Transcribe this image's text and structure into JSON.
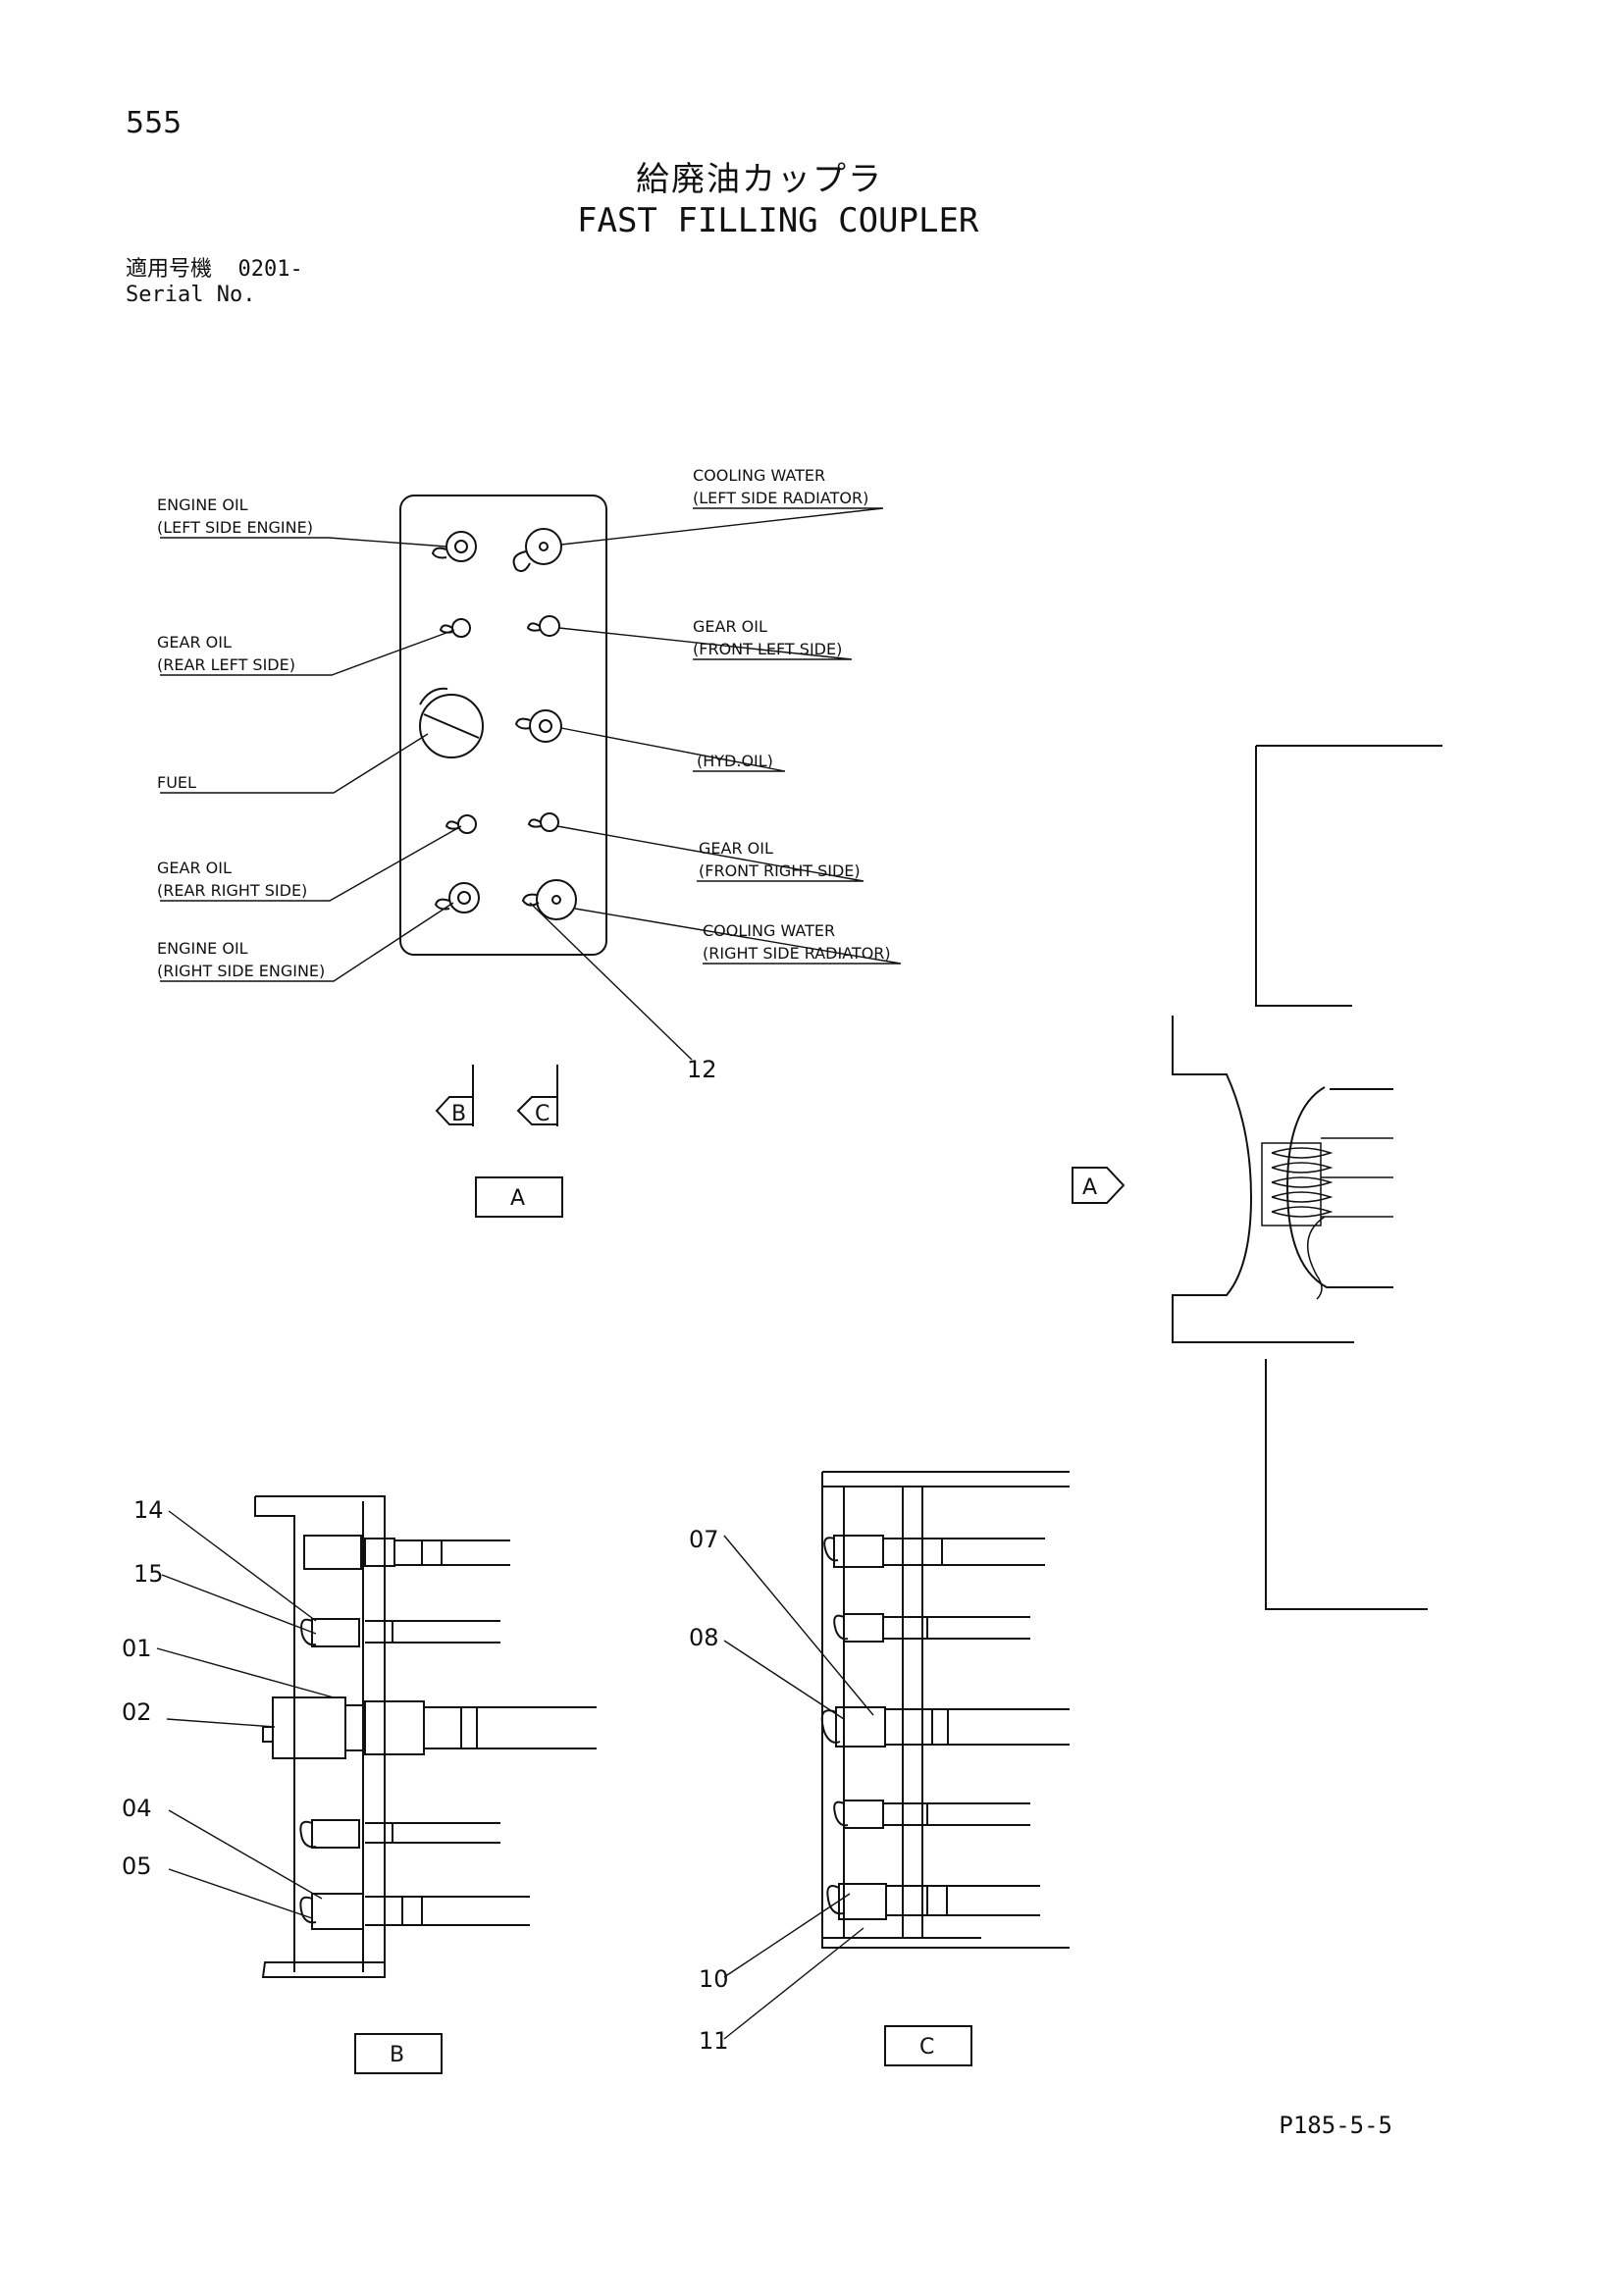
{
  "header": {
    "page_number": "555",
    "title_jp": "給廃油カップラ",
    "title_en": "FAST FILLING COUPLER",
    "serial_jp": "適用号機",
    "serial_value": "0201-",
    "serial_en": "Serial No."
  },
  "panel_a": {
    "labels": {
      "engine_oil_left_1": "ENGINE OIL",
      "engine_oil_left_2": "(LEFT SIDE ENGINE)",
      "gear_oil_rear_left_1": "GEAR OIL",
      "gear_oil_rear_left_2": "(REAR LEFT SIDE)",
      "fuel": "FUEL",
      "gear_oil_rear_right_1": "GEAR OIL",
      "gear_oil_rear_right_2": "(REAR RIGHT SIDE)",
      "engine_oil_right_1": "ENGINE OIL",
      "engine_oil_right_2": "(RIGHT SIDE ENGINE)",
      "cooling_left_1": "COOLING WATER",
      "cooling_left_2": "(LEFT SIDE RADIATOR)",
      "gear_oil_front_left_1": "GEAR OIL",
      "gear_oil_front_left_2": "(FRONT LEFT SIDE)",
      "hyd_oil": "(HYD.OIL)",
      "gear_oil_front_right_1": "GEAR OIL",
      "gear_oil_front_right_2": "(FRONT RIGHT SIDE)",
      "cooling_right_1": "COOLING WATER",
      "cooling_right_2": "(RIGHT SIDE RADIATOR)"
    },
    "part_12": "12",
    "arrow_b": "B",
    "arrow_c": "C",
    "view_label": "A"
  },
  "machine_view": {
    "arrow_a": "A"
  },
  "view_b": {
    "parts": [
      "14",
      "15",
      "01",
      "02",
      "04",
      "05"
    ],
    "view_label": "B"
  },
  "view_c": {
    "parts": [
      "07",
      "08",
      "10",
      "11"
    ],
    "view_label": "C"
  },
  "footer": {
    "code": "P185-5-5"
  }
}
